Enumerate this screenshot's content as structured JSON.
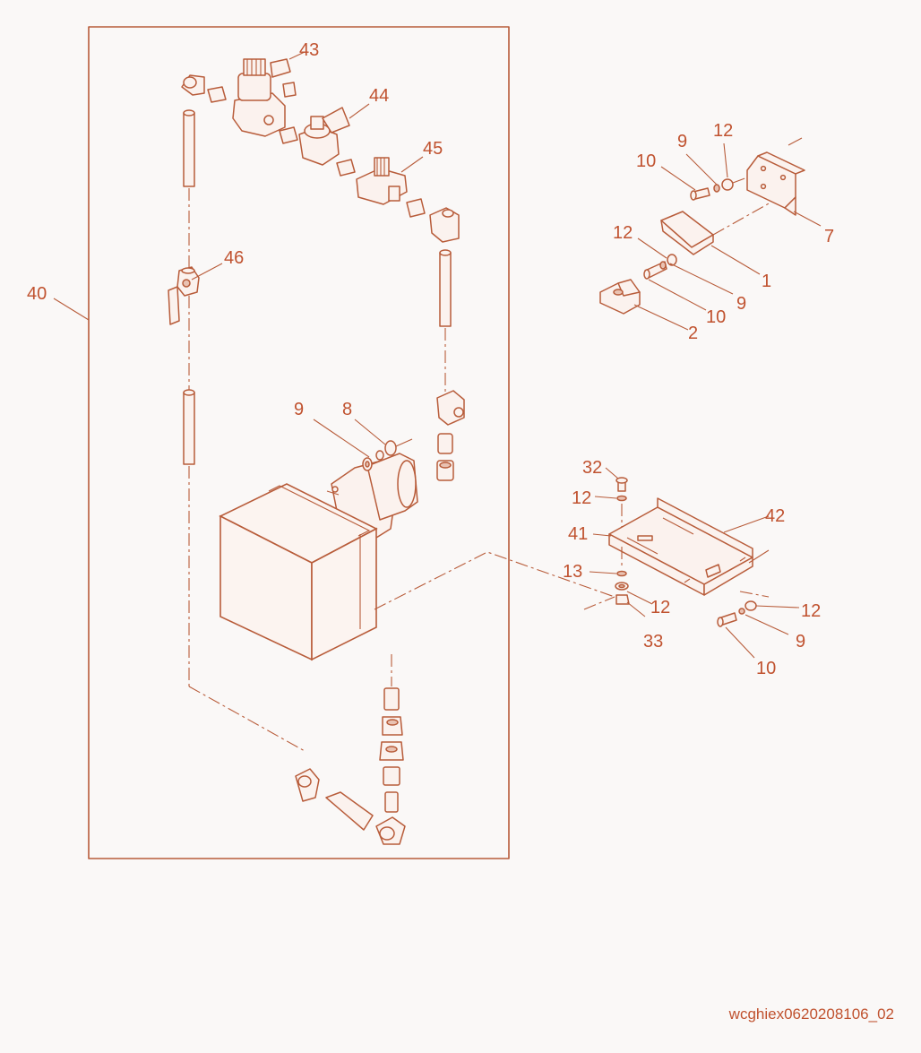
{
  "diagram": {
    "callouts": {
      "c40": "40",
      "c43": "43",
      "c44": "44",
      "c45": "45",
      "c46": "46",
      "c9a": "9",
      "c8": "8",
      "c9b": "9",
      "c12a": "12",
      "c10a": "10",
      "c7": "7",
      "c12b": "12",
      "c1": "1",
      "c9c": "9",
      "c10b": "10",
      "c2": "2",
      "c32": "32",
      "c12c": "12",
      "c42": "42",
      "c41": "41",
      "c13": "13",
      "c12d": "12",
      "c33": "33",
      "c12e": "12",
      "c9d": "9",
      "c10c": "10"
    },
    "document_id": "wcghiex0620208106_02"
  },
  "colors": {
    "line": "#b85c3a",
    "label": "#c0522f",
    "background": "#faf8f7"
  }
}
